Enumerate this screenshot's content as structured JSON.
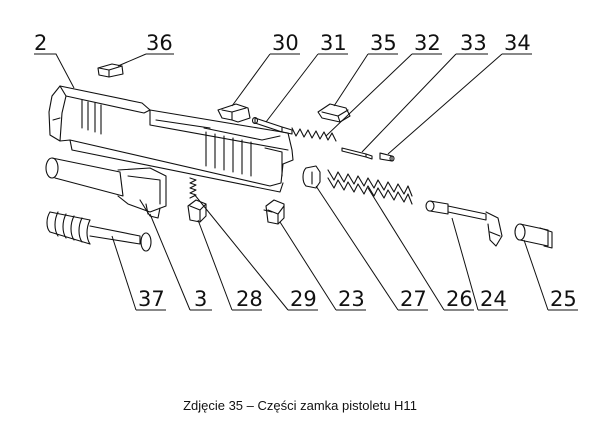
{
  "callouts": [
    "2",
    "36",
    "30",
    "31",
    "35",
    "32",
    "33",
    "34",
    "37",
    "3",
    "28",
    "29",
    "23",
    "27",
    "26",
    "24",
    "25"
  ],
  "caption": "Zdjęcie 35 – Części zamka pistoletu H11"
}
